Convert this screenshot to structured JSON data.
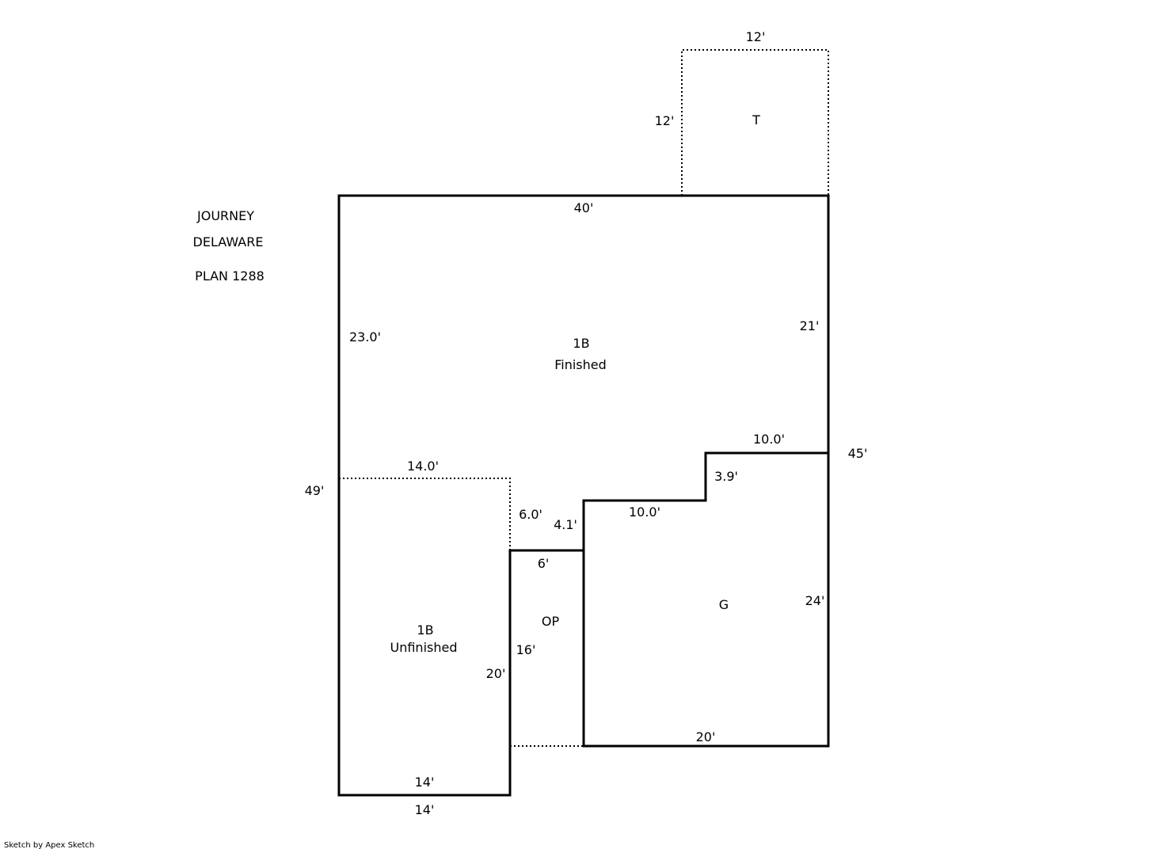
{
  "header": {
    "line1": "JOURNEY",
    "line2": "DELAWARE",
    "line3": "PLAN 1288"
  },
  "areas": {
    "finished": {
      "code": "1B",
      "name": "Finished"
    },
    "unfinished": {
      "code": "1B",
      "name": "Unfinished"
    },
    "porch": {
      "code": "OP"
    },
    "garage": {
      "code": "G"
    },
    "terrace": {
      "code": "T"
    }
  },
  "dimensions": {
    "t_top": "12'",
    "t_left": "12'",
    "top": "40'",
    "left_upper": "23.0'",
    "right_upper": "21'",
    "left_total": "49'",
    "right_total": "45'",
    "unfinished_top": "14.0'",
    "step_upper": "10.0'",
    "step_upper_rise": "3.9'",
    "step_lower": "10.0'",
    "step_lower_rise": "4.1'",
    "porch_dotted": "6.0'",
    "porch_top": "6'",
    "porch_side": "16'",
    "unfinished_right": "20'",
    "garage_right": "24'",
    "garage_bottom": "20'",
    "unfinished_bottom_inner": "14'",
    "unfinished_bottom_outer": "14'"
  },
  "footer": {
    "credit": "Sketch by Apex Sketch"
  }
}
